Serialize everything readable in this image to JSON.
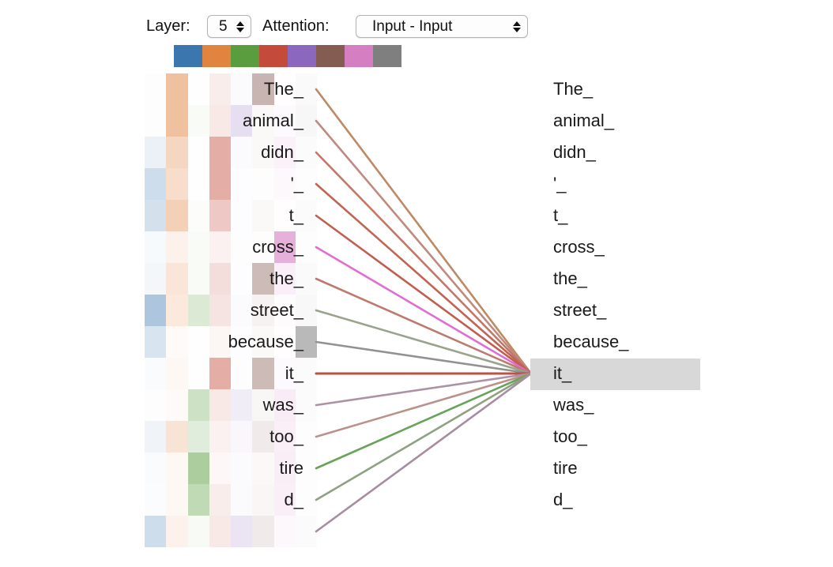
{
  "controls": {
    "layer_label": "Layer:",
    "layer_value": "5",
    "attention_label": "Attention:",
    "attention_value": "Input - Input"
  },
  "heads": {
    "colors": [
      "#3b76af",
      "#e1843f",
      "#5a9d3f",
      "#c44a3a",
      "#8b68bd",
      "#855c51",
      "#d57fc2",
      "#7f7f7f"
    ]
  },
  "selection": {
    "selected_token": "it_",
    "selected_side": "right",
    "selected_index": 9,
    "highlight_color": "#d8d8d8"
  },
  "tokens_right": [
    "The_",
    "animal_",
    "didn_",
    "'_",
    "t_",
    "cross_",
    "the_",
    "street_",
    "because_",
    "it_",
    "was_",
    "too_",
    "tire",
    "d_"
  ],
  "attention": {
    "rows": [
      {
        "token": "The_",
        "weights": [
          0.01,
          0.5,
          0.01,
          0.1,
          0.03,
          0.45,
          0.01,
          0.04
        ],
        "line_color": "#be8a64",
        "line_width": 2.6
      },
      {
        "token": "animal_",
        "weights": [
          0.01,
          0.5,
          0.04,
          0.12,
          0.22,
          0.04,
          0.04,
          0.06
        ],
        "line_color": "#c28a7e",
        "line_width": 2.6
      },
      {
        "token": "didn_",
        "weights": [
          0.1,
          0.32,
          0.01,
          0.45,
          0.03,
          0.04,
          0.1,
          0.03
        ],
        "line_color": "#c47767",
        "line_width": 2.6
      },
      {
        "token": "'_",
        "weights": [
          0.25,
          0.28,
          0.01,
          0.45,
          0.02,
          0.01,
          0.05,
          0.01
        ],
        "line_color": "#c26454",
        "line_width": 2.6
      },
      {
        "token": "t_",
        "weights": [
          0.22,
          0.38,
          0.02,
          0.3,
          0.02,
          0.04,
          0.01,
          0.03
        ],
        "line_color": "#c25e50",
        "line_width": 2.6
      },
      {
        "token": "cross_",
        "weights": [
          0.04,
          0.1,
          0.04,
          0.08,
          0.01,
          0.01,
          0.62,
          0.01
        ],
        "line_color": "#e06ed2",
        "line_width": 2.6
      },
      {
        "token": "the_",
        "weights": [
          0.06,
          0.2,
          0.04,
          0.18,
          0.02,
          0.42,
          0.12,
          0.04
        ],
        "line_color": "#bd7a6e",
        "line_width": 2.6
      },
      {
        "token": "street_",
        "weights": [
          0.42,
          0.18,
          0.22,
          0.15,
          0.03,
          0.08,
          0.03,
          0.05
        ],
        "line_color": "#9aa38c",
        "line_width": 2.6
      },
      {
        "token": "because_",
        "weights": [
          0.2,
          0.04,
          0.01,
          0.05,
          0.02,
          0.04,
          0.01,
          0.55
        ],
        "line_color": "#929292",
        "line_width": 2.6
      },
      {
        "token": "it_",
        "weights": [
          0.03,
          0.06,
          0.01,
          0.45,
          0.01,
          0.42,
          0.04,
          0.03
        ],
        "line_color": "#bc5244",
        "line_width": 3.0
      },
      {
        "token": "was_",
        "weights": [
          0.01,
          0.04,
          0.3,
          0.12,
          0.12,
          0.05,
          0.15,
          0.03
        ],
        "line_color": "#ad92a6",
        "line_width": 2.6
      },
      {
        "token": "too_",
        "weights": [
          0.08,
          0.22,
          0.18,
          0.08,
          0.05,
          0.12,
          0.13,
          0.01
        ],
        "line_color": "#bb928a",
        "line_width": 2.6
      },
      {
        "token": "tire",
        "weights": [
          0.03,
          0.06,
          0.5,
          0.04,
          0.03,
          0.04,
          0.14,
          0.01
        ],
        "line_color": "#68a35c",
        "line_width": 2.6
      },
      {
        "token": "d_",
        "weights": [
          0.02,
          0.06,
          0.38,
          0.1,
          0.03,
          0.05,
          0.13,
          0.01
        ],
        "line_color": "#8fa180",
        "line_width": 2.6
      },
      {
        "token": "",
        "weights": [
          0.25,
          0.1,
          0.05,
          0.12,
          0.18,
          0.12,
          0.05,
          0.03
        ],
        "line_color": "#a88da0",
        "line_width": 2.6
      }
    ]
  }
}
